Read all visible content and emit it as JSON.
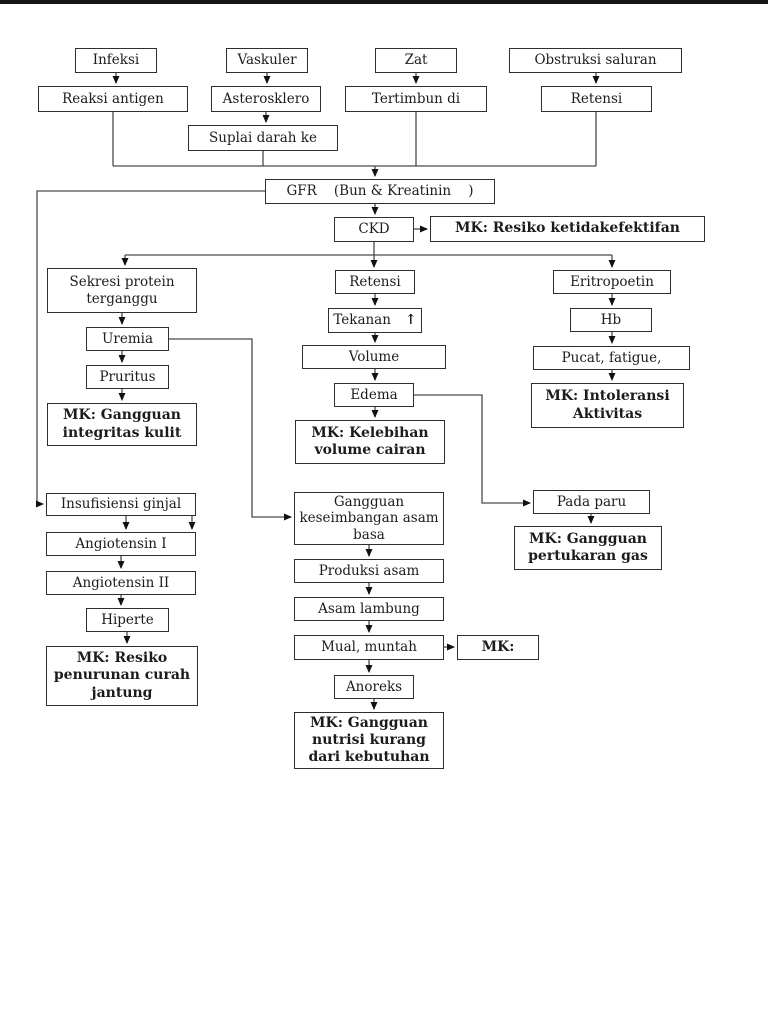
{
  "nodes": {
    "infeksi": {
      "label": "Infeksi"
    },
    "vaskuler": {
      "label": "Vaskuler"
    },
    "zat": {
      "label": "Zat"
    },
    "obstruksi_saluran": {
      "label": "Obstruksi saluran"
    },
    "reaksi_antigen": {
      "label": "Reaksi antigen"
    },
    "asterosklero": {
      "label": "Asterosklero"
    },
    "tertimbun_di": {
      "label": "Tertimbun di"
    },
    "retensi_top": {
      "label": "Retensi"
    },
    "suplai_darah": {
      "label": "Suplai darah ke"
    },
    "gfr": {
      "label": "GFR    (Bun & Kreatinin    )"
    },
    "ckd": {
      "label": "CKD"
    },
    "mk_resiko_ketidakefektifan": {
      "label": "MK: Resiko ketidakefektifan"
    },
    "sekresi_protein": {
      "label": "Sekresi protein terganggu"
    },
    "uremia": {
      "label": "Uremia"
    },
    "pruritus": {
      "label": "Pruritus"
    },
    "mk_gangguan_integritas_kulit": {
      "label": "MK: Gangguan integritas kulit"
    },
    "retensi_mid": {
      "label": "Retensi"
    },
    "tekanan": {
      "label": "Tekanan",
      "arrow": "↑"
    },
    "volume": {
      "label": "Volume"
    },
    "edema": {
      "label": "Edema"
    },
    "mk_kelebihan_volume": {
      "label": "MK: Kelebihan volume cairan"
    },
    "eritropoetin": {
      "label": "Eritropoetin"
    },
    "hb": {
      "label": "Hb"
    },
    "pucat_fatigue": {
      "label": "Pucat, fatigue,"
    },
    "mk_intoleransi_aktivitas": {
      "label": "MK: Intoleransi Aktivitas"
    },
    "insufisiensi_ginjal": {
      "label": "Insufisiensi ginjal"
    },
    "angiotensin_i": {
      "label": "Angiotensin I"
    },
    "angiotensin_ii": {
      "label": "Angiotensin II"
    },
    "hiperte": {
      "label": "Hiperte"
    },
    "mk_resiko_penurunan_curah_jantung": {
      "label": "MK: Resiko penurunan curah jantung"
    },
    "gangguan_keseimbangan_asam_basa": {
      "label": "Gangguan keseimbangan asam basa"
    },
    "produksi_asam": {
      "label": "Produksi asam"
    },
    "asam_lambung": {
      "label": "Asam lambung"
    },
    "mual_muntah": {
      "label": "Mual, muntah"
    },
    "mk_blank": {
      "label": "MK:"
    },
    "anoreks": {
      "label": "Anoreks"
    },
    "mk_gangguan_nutrisi": {
      "label": "MK: Gangguan nutrisi kurang dari kebutuhan"
    },
    "pada_paru": {
      "label": "Pada paru"
    },
    "mk_gangguan_pertukaran_gas": {
      "label": "MK: Gangguan pertukaran gas"
    }
  },
  "colors": {
    "line": "#4a4a4a",
    "arrowhead": "#111111",
    "box_border": "#2e2e2e",
    "page_bg": "#ffffff",
    "scan_edge": "#161616"
  }
}
